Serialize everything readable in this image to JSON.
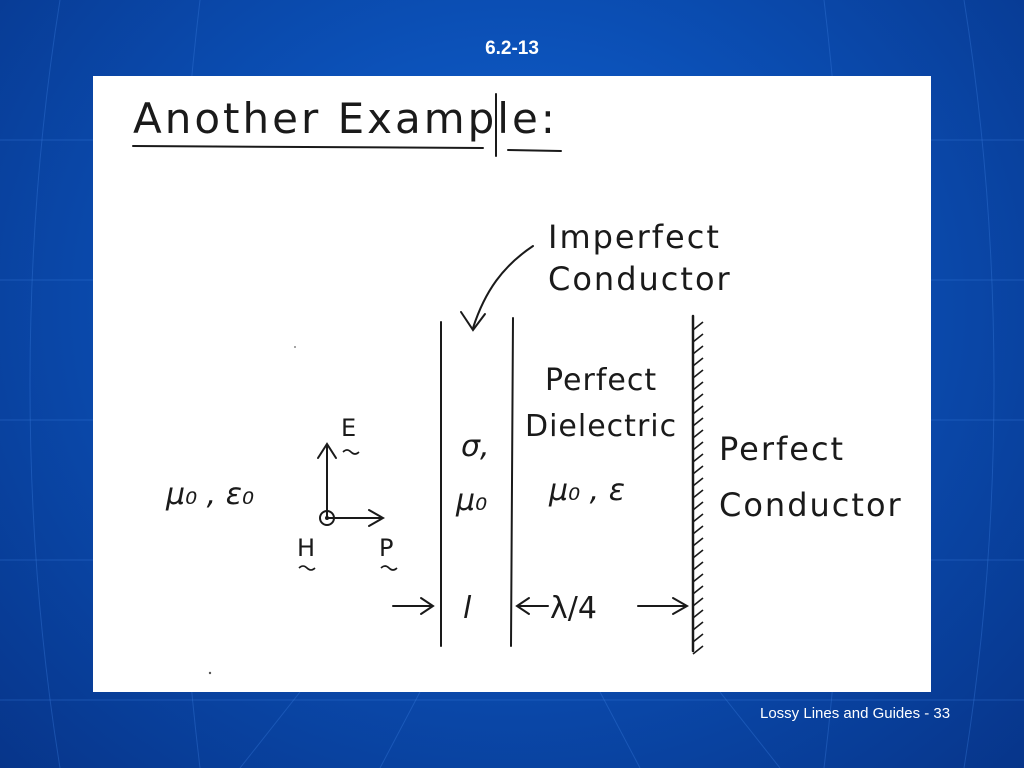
{
  "slide": {
    "number": "6.2-13",
    "footer": "Lossy Lines and Guides - 33"
  },
  "diagram": {
    "title": "Another Example:",
    "imperfect_label_line1": "Imperfect",
    "imperfect_label_line2": "Conductor",
    "dielectric_line1": "Perfect",
    "dielectric_line2": "Dielectric",
    "conductor_line1": "Perfect",
    "conductor_line2": "Conductor",
    "left_medium": "μ₀ , ε₀",
    "slab_sigma": "σ,",
    "slab_mu": "μ₀",
    "dielectric_params": "μ₀ , ε",
    "e_label": "E",
    "h_label": "H",
    "p_label": "P",
    "slab_thickness": "l",
    "quarter_wave": "λ/4"
  },
  "colors": {
    "background": "#0b4fb5",
    "panel": "#ffffff",
    "ink": "#1a1a1a"
  }
}
